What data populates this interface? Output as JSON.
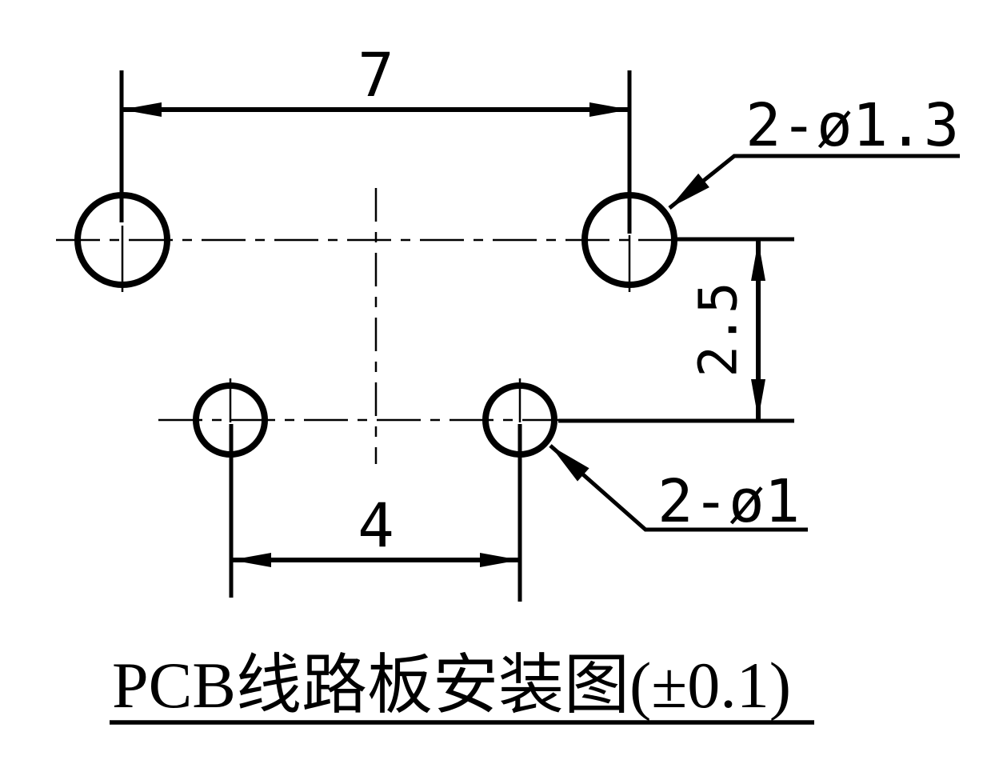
{
  "page": {
    "background": "#ffffff",
    "ink": "#000000"
  },
  "drawing": {
    "title": "PCB线路板安装图(±0.1)",
    "tolerance": "±0.1",
    "dimensions": {
      "top_hole_spacing": "7",
      "bottom_hole_spacing": "4",
      "row_spacing": "2.5"
    },
    "hole_labels": {
      "top_pair": "2-ø1.3",
      "bottom_pair": "2-ø1"
    }
  }
}
